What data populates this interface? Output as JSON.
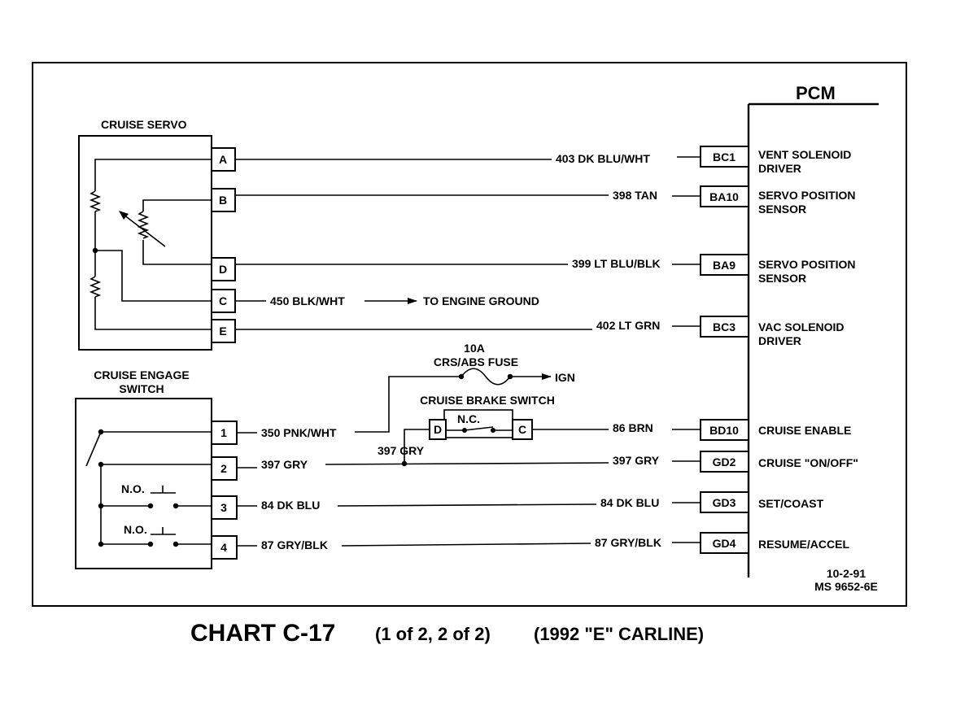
{
  "pcm": {
    "title": "PCM",
    "terminals": [
      {
        "id": "BC1",
        "desc1": "VENT SOLENOID",
        "desc2": "DRIVER"
      },
      {
        "id": "BA10",
        "desc1": "SERVO POSITION",
        "desc2": "SENSOR"
      },
      {
        "id": "BA9",
        "desc1": "SERVO POSITION",
        "desc2": "SENSOR"
      },
      {
        "id": "BC3",
        "desc1": "VAC SOLENOID",
        "desc2": "DRIVER"
      },
      {
        "id": "BD10",
        "desc1": "CRUISE ENABLE",
        "desc2": ""
      },
      {
        "id": "GD2",
        "desc1": "CRUISE \"ON/OFF\"",
        "desc2": ""
      },
      {
        "id": "GD3",
        "desc1": "SET/COAST",
        "desc2": ""
      },
      {
        "id": "GD4",
        "desc1": "RESUME/ACCEL",
        "desc2": ""
      }
    ]
  },
  "servo": {
    "title": "CRUISE SERVO",
    "pins": [
      "A",
      "B",
      "D",
      "C",
      "E"
    ]
  },
  "engage_switch": {
    "title_line1": "CRUISE ENGAGE",
    "title_line2": "SWITCH",
    "pins": [
      "1",
      "2",
      "3",
      "4"
    ],
    "contact_label": "N.O."
  },
  "brake_switch": {
    "title": "CRUISE BRAKE SWITCH",
    "pin_left": "D",
    "pin_right": "C",
    "contact_label": "N.C."
  },
  "fuse": {
    "rating": "10A",
    "name": "CRS/ABS FUSE",
    "feed": "IGN"
  },
  "wires": {
    "w403": "403 DK BLU/WHT",
    "w398": "398 TAN",
    "w399": "399 LT BLU/BLK",
    "w450": "450 BLK/WHT",
    "ground": "TO ENGINE GROUND",
    "w402": "402 LT GRN",
    "w350": "350 PNK/WHT",
    "w86": "86 BRN",
    "w397_branch": "397 GRY",
    "w397_left": "397 GRY",
    "w397_right": "397 GRY",
    "w84_left": "84 DK BLU",
    "w84_right": "84 DK BLU",
    "w87_left": "87 GRY/BLK",
    "w87_right": "87 GRY/BLK"
  },
  "doc": {
    "date": "10-2-91",
    "ref": "MS 9652-6E"
  },
  "caption": {
    "main": "CHART C-17",
    "part2": "(1 of 2, 2 of 2)",
    "part3": "(1992 \"E\" CARLINE)"
  }
}
